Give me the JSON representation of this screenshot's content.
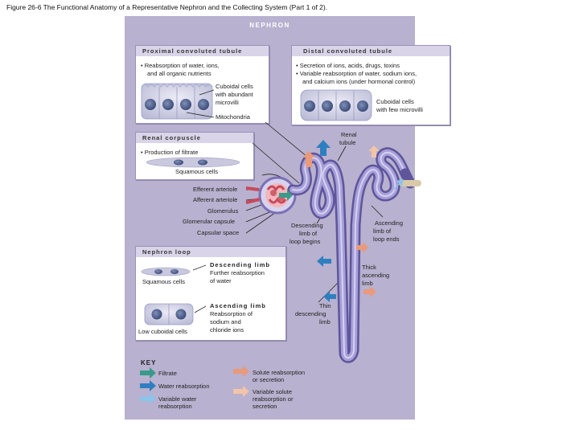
{
  "caption": "Figure 26-6 The Functional Anatomy of a Representative Nephron and the Collecting System (Part 1 of 2).",
  "panel_title": "NEPHRON",
  "pct": {
    "title": "Proximal convoluted tubule",
    "bullets": [
      "• Reabsorption of water, ions,",
      "and all organic nutrients"
    ],
    "cell_label": [
      "Cuboidal cells",
      "with abundant",
      "microvilli"
    ],
    "mito_label": "Mitochondria"
  },
  "dct": {
    "title": "Distal convoluted tubule",
    "bullets": [
      "• Secretion of ions, acids, drugs, toxins",
      "• Variable reabsorption of water, sodium ions,",
      "and calcium ions (under hormonal control)"
    ],
    "cell_label": [
      "Cuboidal cells",
      "with few microvilli"
    ]
  },
  "renal_tubule_label": [
    "Renal",
    "tubule"
  ],
  "capsule": {
    "title": "Renal corpuscle",
    "bullet": "• Production of filtrate",
    "cell_label": "Squamous cells"
  },
  "structure_labels": [
    "Efferent arteriole",
    "Afferent arteriole",
    "Glomerulus",
    "Glomerular capsule",
    "Capsular space"
  ],
  "loop_labels": {
    "desc_begins": [
      "Descending",
      "limb of",
      "loop begins"
    ],
    "asc_ends": [
      "Ascending",
      "limb of",
      "loop ends"
    ],
    "thick_asc": [
      "Thick",
      "ascending",
      "limb"
    ],
    "thin_desc": [
      "Thin",
      "descending",
      "limb"
    ]
  },
  "loop": {
    "title": "Nephron loop",
    "desc_title": "Descending limb",
    "desc_text": [
      "Further reabsorption",
      "of water"
    ],
    "desc_cells": "Squamous cells",
    "asc_title": "Ascending limb",
    "asc_text": [
      "Reabsorption of",
      "sodium and",
      "chloride ions"
    ],
    "asc_cells": "Low cuboidal cells"
  },
  "key": {
    "title": "KEY",
    "items": [
      "Filtrate",
      "Water reabsorption",
      "Variable water",
      "reabsorption",
      "Solute reabsorption",
      "or secretion",
      "Variable solute",
      "reabsorption or",
      "secretion"
    ]
  },
  "colors": {
    "filtrate": "#3a9a8a",
    "water": "#2f7fc0",
    "variable_water": "#8cc4ea",
    "solute": "#e89a7a",
    "variable_solute": "#f3c4a8",
    "tubule": "#8f86c6",
    "panel": "#b8b1cf"
  }
}
